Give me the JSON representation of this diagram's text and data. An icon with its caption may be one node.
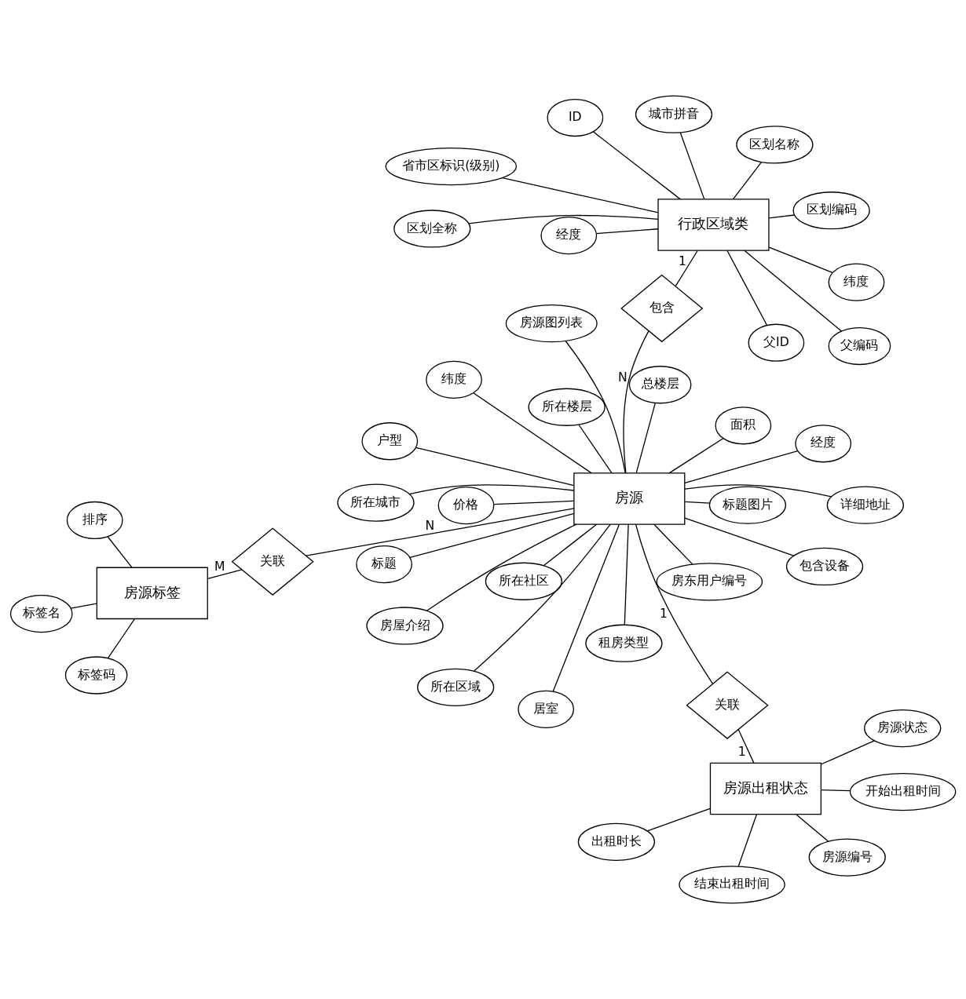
{
  "diagram": {
    "nodes": [
      {
        "text": [
          "房源编号"
        ]
      },
      {
        "text": [
          "房源状态"
        ]
      },
      {
        "text": [
          "房源出租状态"
        ]
      },
      {
        "text": [
          "出租时长"
        ]
      },
      {
        "text": [
          "开始出租时间"
        ]
      },
      {
        "text": [
          "所在城市"
        ]
      },
      {
        "text": [
          "标题"
        ]
      },
      {
        "text": [
          "房东用户编号"
        ]
      },
      {
        "text": [
          "所在区域"
        ]
      },
      {
        "text": [
          "所在社区"
        ]
      },
      {
        "text": [
          "关联"
        ]
      },
      {
        "text": [
          "结束出租时间"
        ]
      },
      {
        "text": [
          "详细地址"
        ]
      },
      {
        "text": [
          "经度"
        ]
      },
      {
        "text": [
          "纬度"
        ]
      },
      {
        "text": [
          "标签码"
        ]
      },
      {
        "text": [
          "租房类型"
        ]
      },
      {
        "text": [
          "房源"
        ]
      },
      {
        "text": [
          "户型"
        ]
      },
      {
        "text": [
          "关联"
        ]
      },
      {
        "text": [
          "房源标签"
        ]
      },
      {
        "text": [
          "标签名"
        ]
      },
      {
        "text": [
          "所在楼层"
        ]
      },
      {
        "text": [
          "总楼层"
        ]
      },
      {
        "text": [
          "排序"
        ]
      },
      {
        "text": [
          "居室"
        ]
      },
      {
        "text": [
          "面积"
        ]
      },
      {
        "text": [
          "价格"
        ]
      },
      {
        "text": [
          "房屋介绍"
        ]
      },
      {
        "text": [
          "包含设备"
        ]
      },
      {
        "text": [
          "房源图列表"
        ]
      },
      {
        "text": [
          "标题图片"
        ]
      },
      {
        "text": [
          "包含"
        ]
      },
      {
        "text": [
          "ID"
        ]
      },
      {
        "text": [
          "区划编码"
        ]
      },
      {
        "text": [
          "父ID"
        ]
      },
      {
        "text": [
          "父编码"
        ]
      },
      {
        "text": [
          "区划名称"
        ]
      },
      {
        "text": [
          "行政区域类"
        ]
      },
      {
        "text": [
          "区划全称"
        ]
      },
      {
        "text": [
          "城市拼音"
        ]
      },
      {
        "text": [
          "省市区标识(级别)"
        ]
      },
      {
        "text": [
          "经度"
        ]
      },
      {
        "text": [
          "纬度"
        ]
      }
    ],
    "edges": [
      {
        "from": 2,
        "to": 0,
        "arrow": "none"
      },
      {
        "from": 2,
        "to": 1,
        "arrow": "none"
      },
      {
        "from": 2,
        "to": 3,
        "arrow": "none"
      },
      {
        "from": 2,
        "to": 4,
        "arrow": "none"
      },
      {
        "from": 2,
        "to": 11,
        "arrow": "none"
      },
      {
        "from": 17,
        "to": 8,
        "arrow": "none"
      },
      {
        "from": 17,
        "to": 5,
        "arrow": "none"
      },
      {
        "from": 17,
        "to": 6,
        "arrow": "none"
      },
      {
        "from": 17,
        "to": 7,
        "arrow": "none"
      },
      {
        "from": 17,
        "to": 9,
        "arrow": "none"
      },
      {
        "from": 17,
        "to": 12,
        "arrow": "none"
      },
      {
        "from": 17,
        "to": 13,
        "arrow": "none"
      },
      {
        "from": 17,
        "to": 14,
        "arrow": "none"
      },
      {
        "from": 17,
        "to": 16,
        "arrow": "none"
      },
      {
        "from": 17,
        "to": 18,
        "arrow": "none"
      },
      {
        "from": 17,
        "to": 22,
        "arrow": "none"
      },
      {
        "from": 17,
        "to": 23,
        "arrow": "none"
      },
      {
        "from": 17,
        "to": 25,
        "arrow": "none"
      },
      {
        "from": 17,
        "to": 26,
        "arrow": "none"
      },
      {
        "from": 17,
        "to": 27,
        "arrow": "none"
      },
      {
        "from": 17,
        "to": 28,
        "arrow": "none"
      },
      {
        "from": 17,
        "to": 29,
        "arrow": "none"
      },
      {
        "from": 17,
        "to": 31,
        "arrow": "none"
      },
      {
        "from": 17,
        "to": 30,
        "arrow": "none"
      },
      {
        "from": 17,
        "to": 10,
        "arrow": "none",
        "label": "1"
      },
      {
        "from": 10,
        "to": 2,
        "arrow": "none",
        "label": "1"
      },
      {
        "from": 17,
        "to": 19,
        "arrow": "none",
        "label": "N"
      },
      {
        "from": 19,
        "to": 20,
        "arrow": "none",
        "label": "M"
      },
      {
        "from": 20,
        "to": 15,
        "arrow": "none"
      },
      {
        "from": 20,
        "to": 21,
        "arrow": "none"
      },
      {
        "from": 20,
        "to": 24,
        "arrow": "none"
      },
      {
        "from": 17,
        "to": 32,
        "arrow": "none",
        "label": "N"
      },
      {
        "from": 32,
        "to": 38,
        "arrow": "none",
        "label": "1"
      },
      {
        "from": 38,
        "to": 33,
        "arrow": "none"
      },
      {
        "from": 38,
        "to": 34,
        "arrow": "none"
      },
      {
        "from": 38,
        "to": 35,
        "arrow": "none"
      },
      {
        "from": 38,
        "to": 36,
        "arrow": "none"
      },
      {
        "from": 38,
        "to": 37,
        "arrow": "none"
      },
      {
        "from": 38,
        "to": 39,
        "arrow": "none"
      },
      {
        "from": 38,
        "to": 40,
        "arrow": "none"
      },
      {
        "from": 38,
        "to": 41,
        "arrow": "none"
      },
      {
        "from": 38,
        "to": 42,
        "arrow": "none"
      },
      {
        "from": 38,
        "to": 43,
        "arrow": "none"
      }
    ]
  }
}
